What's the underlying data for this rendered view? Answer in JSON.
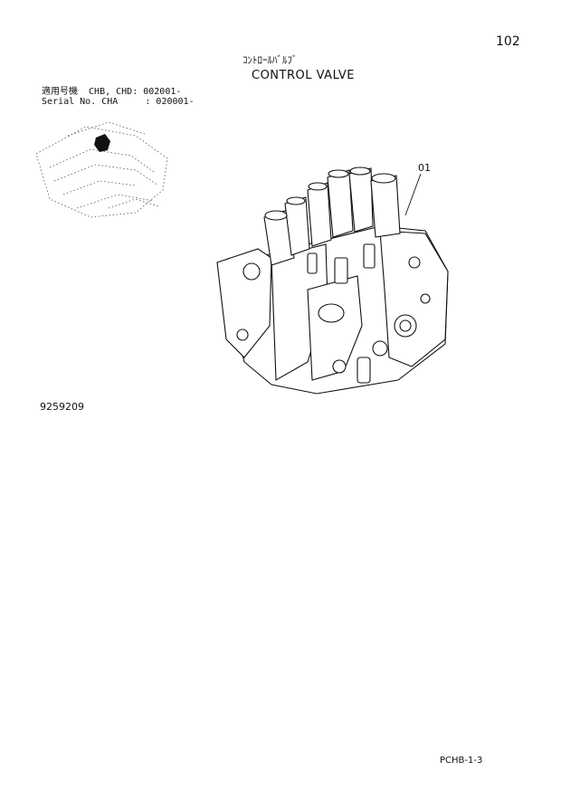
{
  "header": {
    "page_number": "102",
    "title_jp": "ｺﾝﾄﾛｰﾙﾊﾞﾙﾌﾞ",
    "title_en": "CONTROL VALVE"
  },
  "applicability": {
    "line_jp": "適用号機  CHB, CHD: 002001-",
    "line_en": "Serial No. CHA     : 020001-"
  },
  "figure": {
    "callout_label": "01",
    "drawing_number": "9259209"
  },
  "footer": {
    "page_code": "PCHB-1-3"
  }
}
